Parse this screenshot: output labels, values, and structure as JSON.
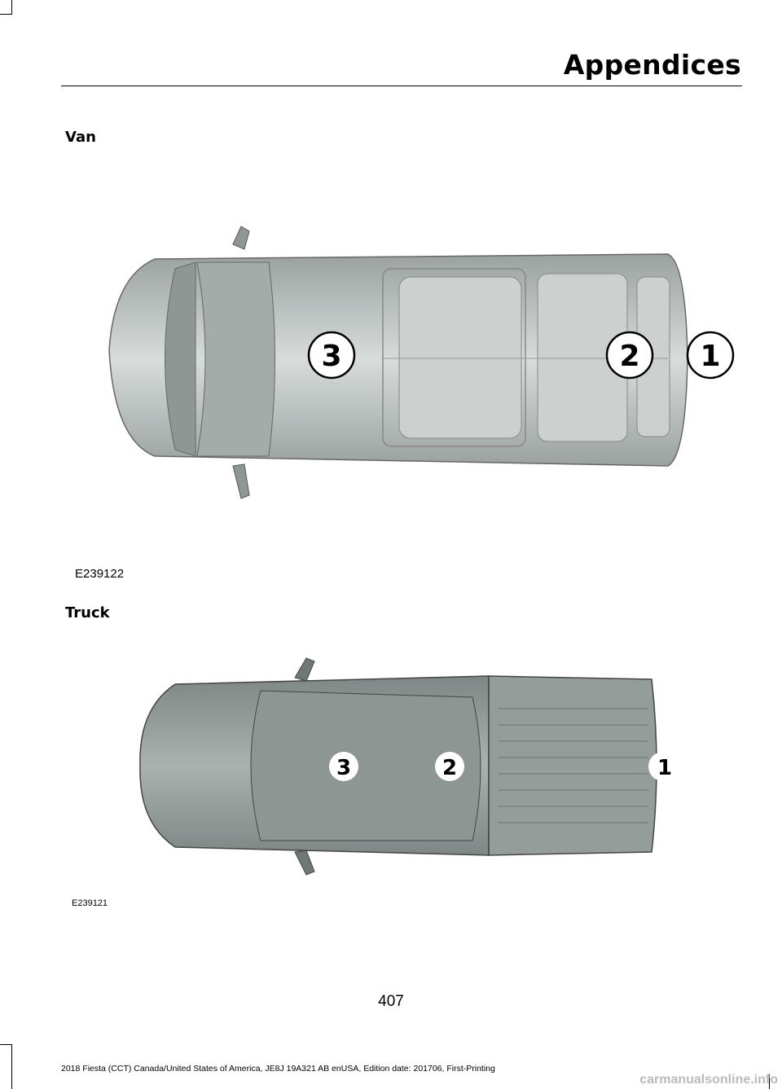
{
  "header": {
    "title": "Appendices"
  },
  "sections": [
    {
      "label": "Van",
      "image_code": "E239122",
      "callouts": [
        "1",
        "2",
        "3"
      ]
    },
    {
      "label": "Truck",
      "image_code": "E239121",
      "callouts": [
        "1",
        "2",
        "3"
      ]
    }
  ],
  "page_number": "407",
  "footer": "2018 Fiesta (CCT) Canada/United States of America, JE8J 19A321 AB enUSA, Edition date: 201706, First-Printing",
  "watermark": "carmanualsonline.info",
  "colors": {
    "body": "#b5bbb9",
    "body_dark": "#8f9795",
    "panel": "#c9cecc",
    "callout_fill": "#ffffff"
  }
}
